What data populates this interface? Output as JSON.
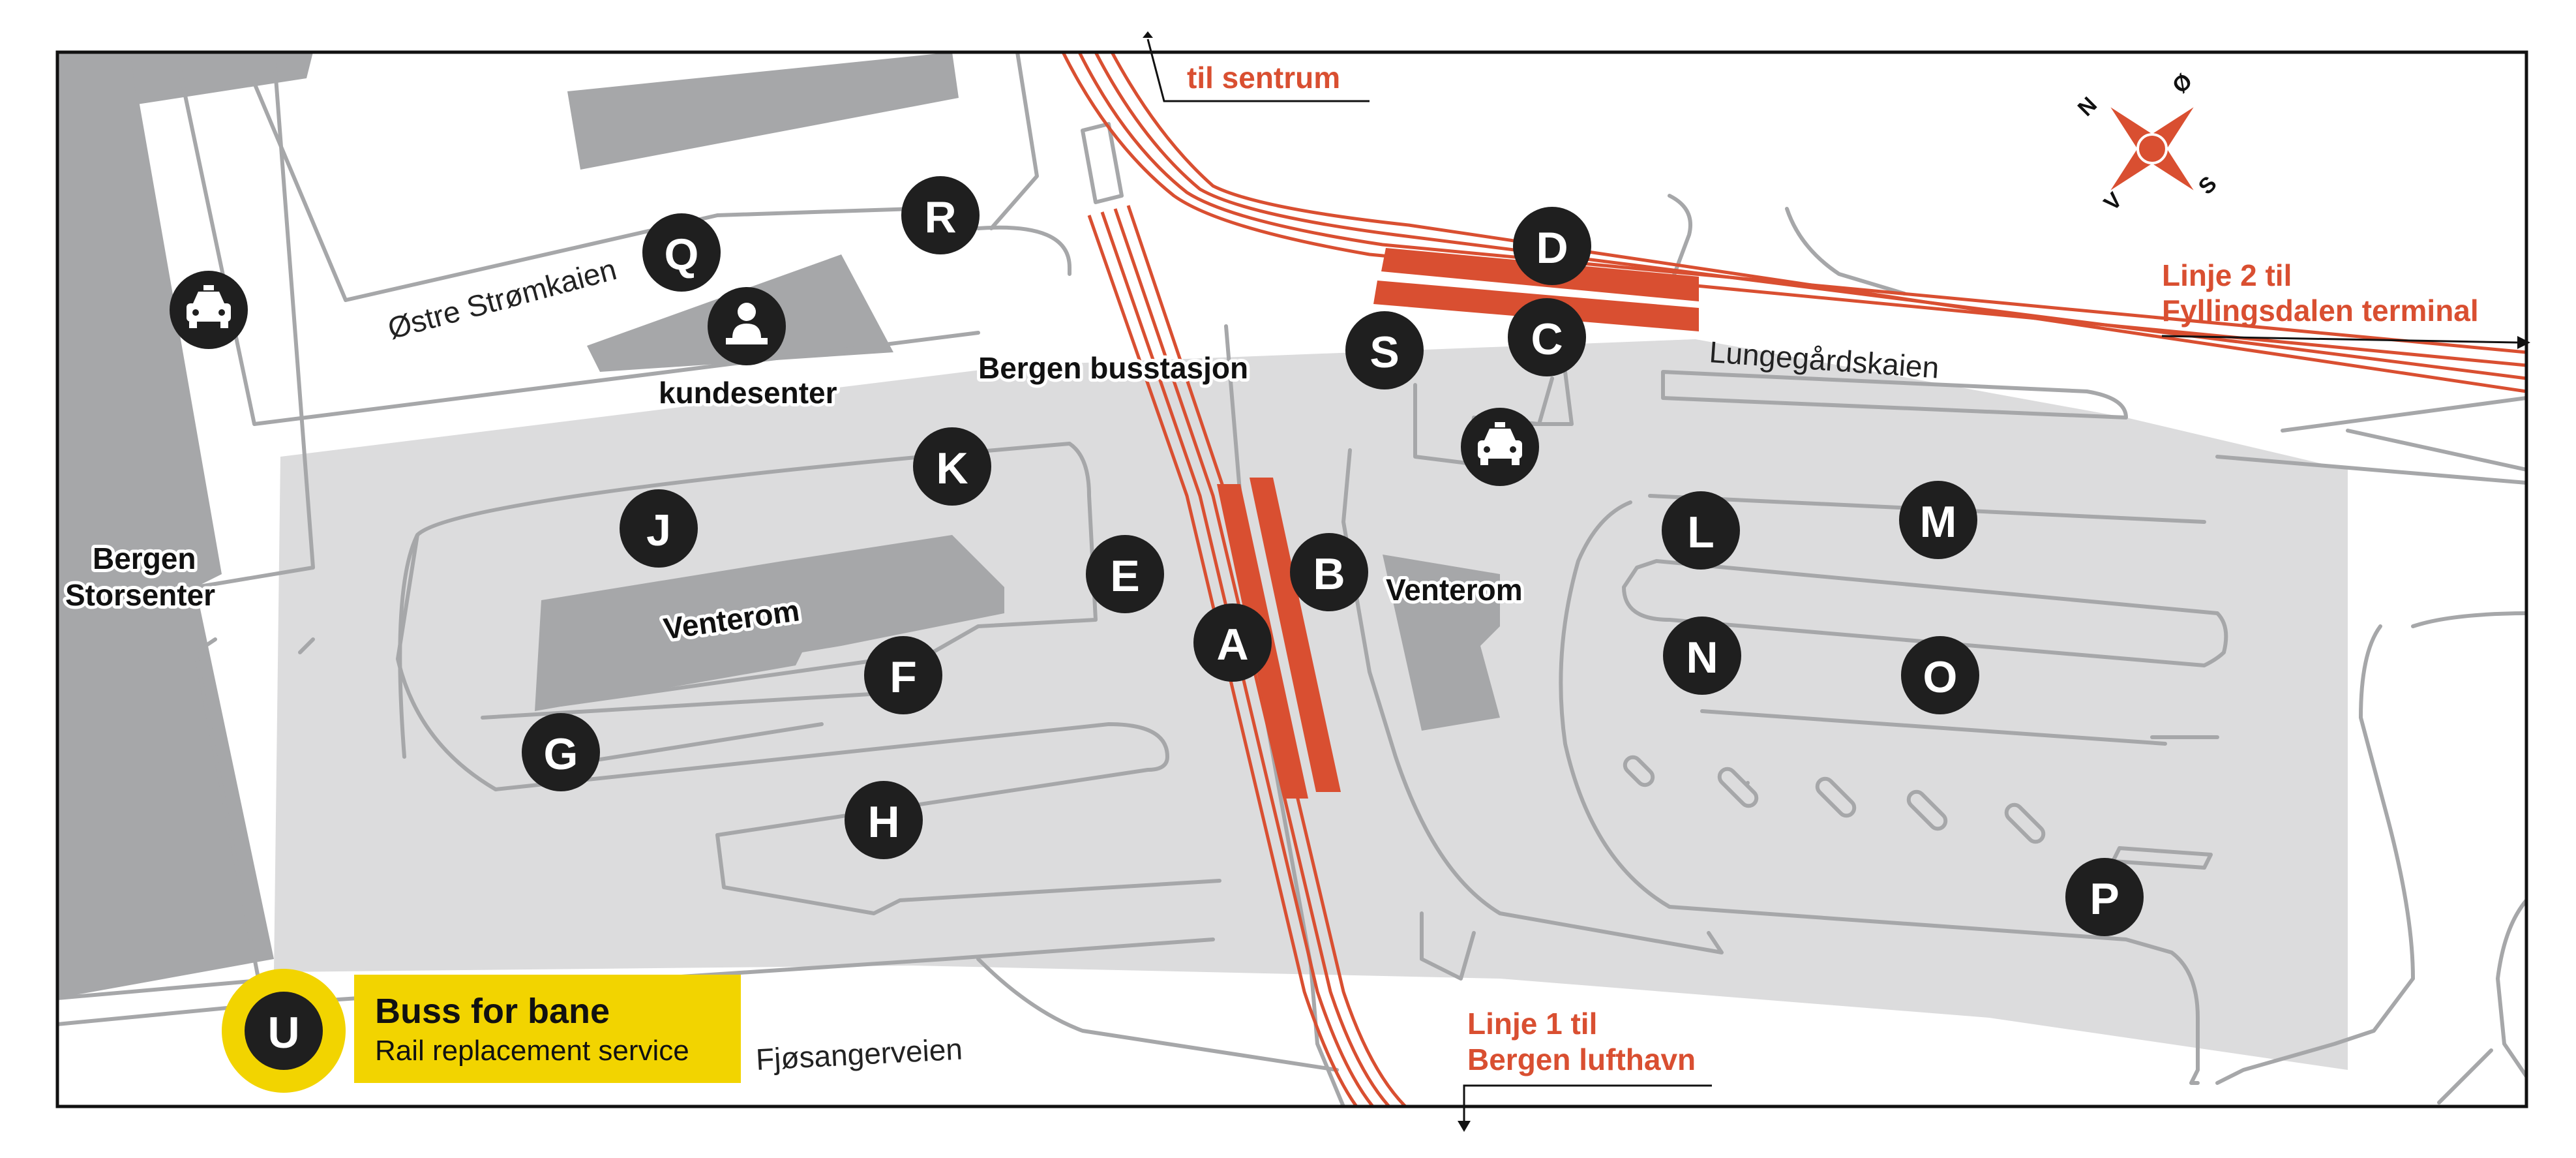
{
  "colors": {
    "background": "#ffffff",
    "building": "#a6a7a9",
    "plaza": "#dcdcdd",
    "road_line": "#a6a7a9",
    "rail": "#d94f31",
    "stop_fill": "#1f1f1f",
    "stop_text": "#ffffff",
    "replacement_yellow": "#f2d400",
    "frame": "#111111"
  },
  "icons": {
    "taxi": "taxi-icon",
    "customer_service": "customer-service-icon",
    "compass": "compass-icon",
    "arrow": "direction-arrow-icon"
  },
  "compass": {
    "n": "N",
    "e": "Ø",
    "s": "S",
    "w": "V"
  },
  "labels": {
    "til_sentrum": "til sentrum",
    "linje2_line1": "Linje 2 til",
    "linje2_line2": "Fyllingsdalen terminal",
    "linje1_line1": "Linje 1 til",
    "linje1_line2": "Bergen lufthavn",
    "ostre_stromkaien": "Østre Strømkaien",
    "lungegardskaien": "Lungegårdskaien",
    "fjosangerveien": "Fjøsangerveien",
    "kundesenter": "kundesenter",
    "bergen_busstasjon": "Bergen busstasjon",
    "bergen_storsenter_1": "Bergen",
    "bergen_storsenter_2": "Storsenter",
    "venterom_left": "Venterom",
    "venterom_right": "Venterom"
  },
  "stops": {
    "A": "A",
    "B": "B",
    "C": "C",
    "D": "D",
    "E": "E",
    "F": "F",
    "G": "G",
    "H": "H",
    "J": "J",
    "K": "K",
    "L": "L",
    "M": "M",
    "N": "N",
    "O": "O",
    "P": "P",
    "Q": "Q",
    "R": "R",
    "S": "S"
  },
  "replacement": {
    "letter": "U",
    "title": "Buss for bane",
    "subtitle": "Rail replacement  service"
  }
}
